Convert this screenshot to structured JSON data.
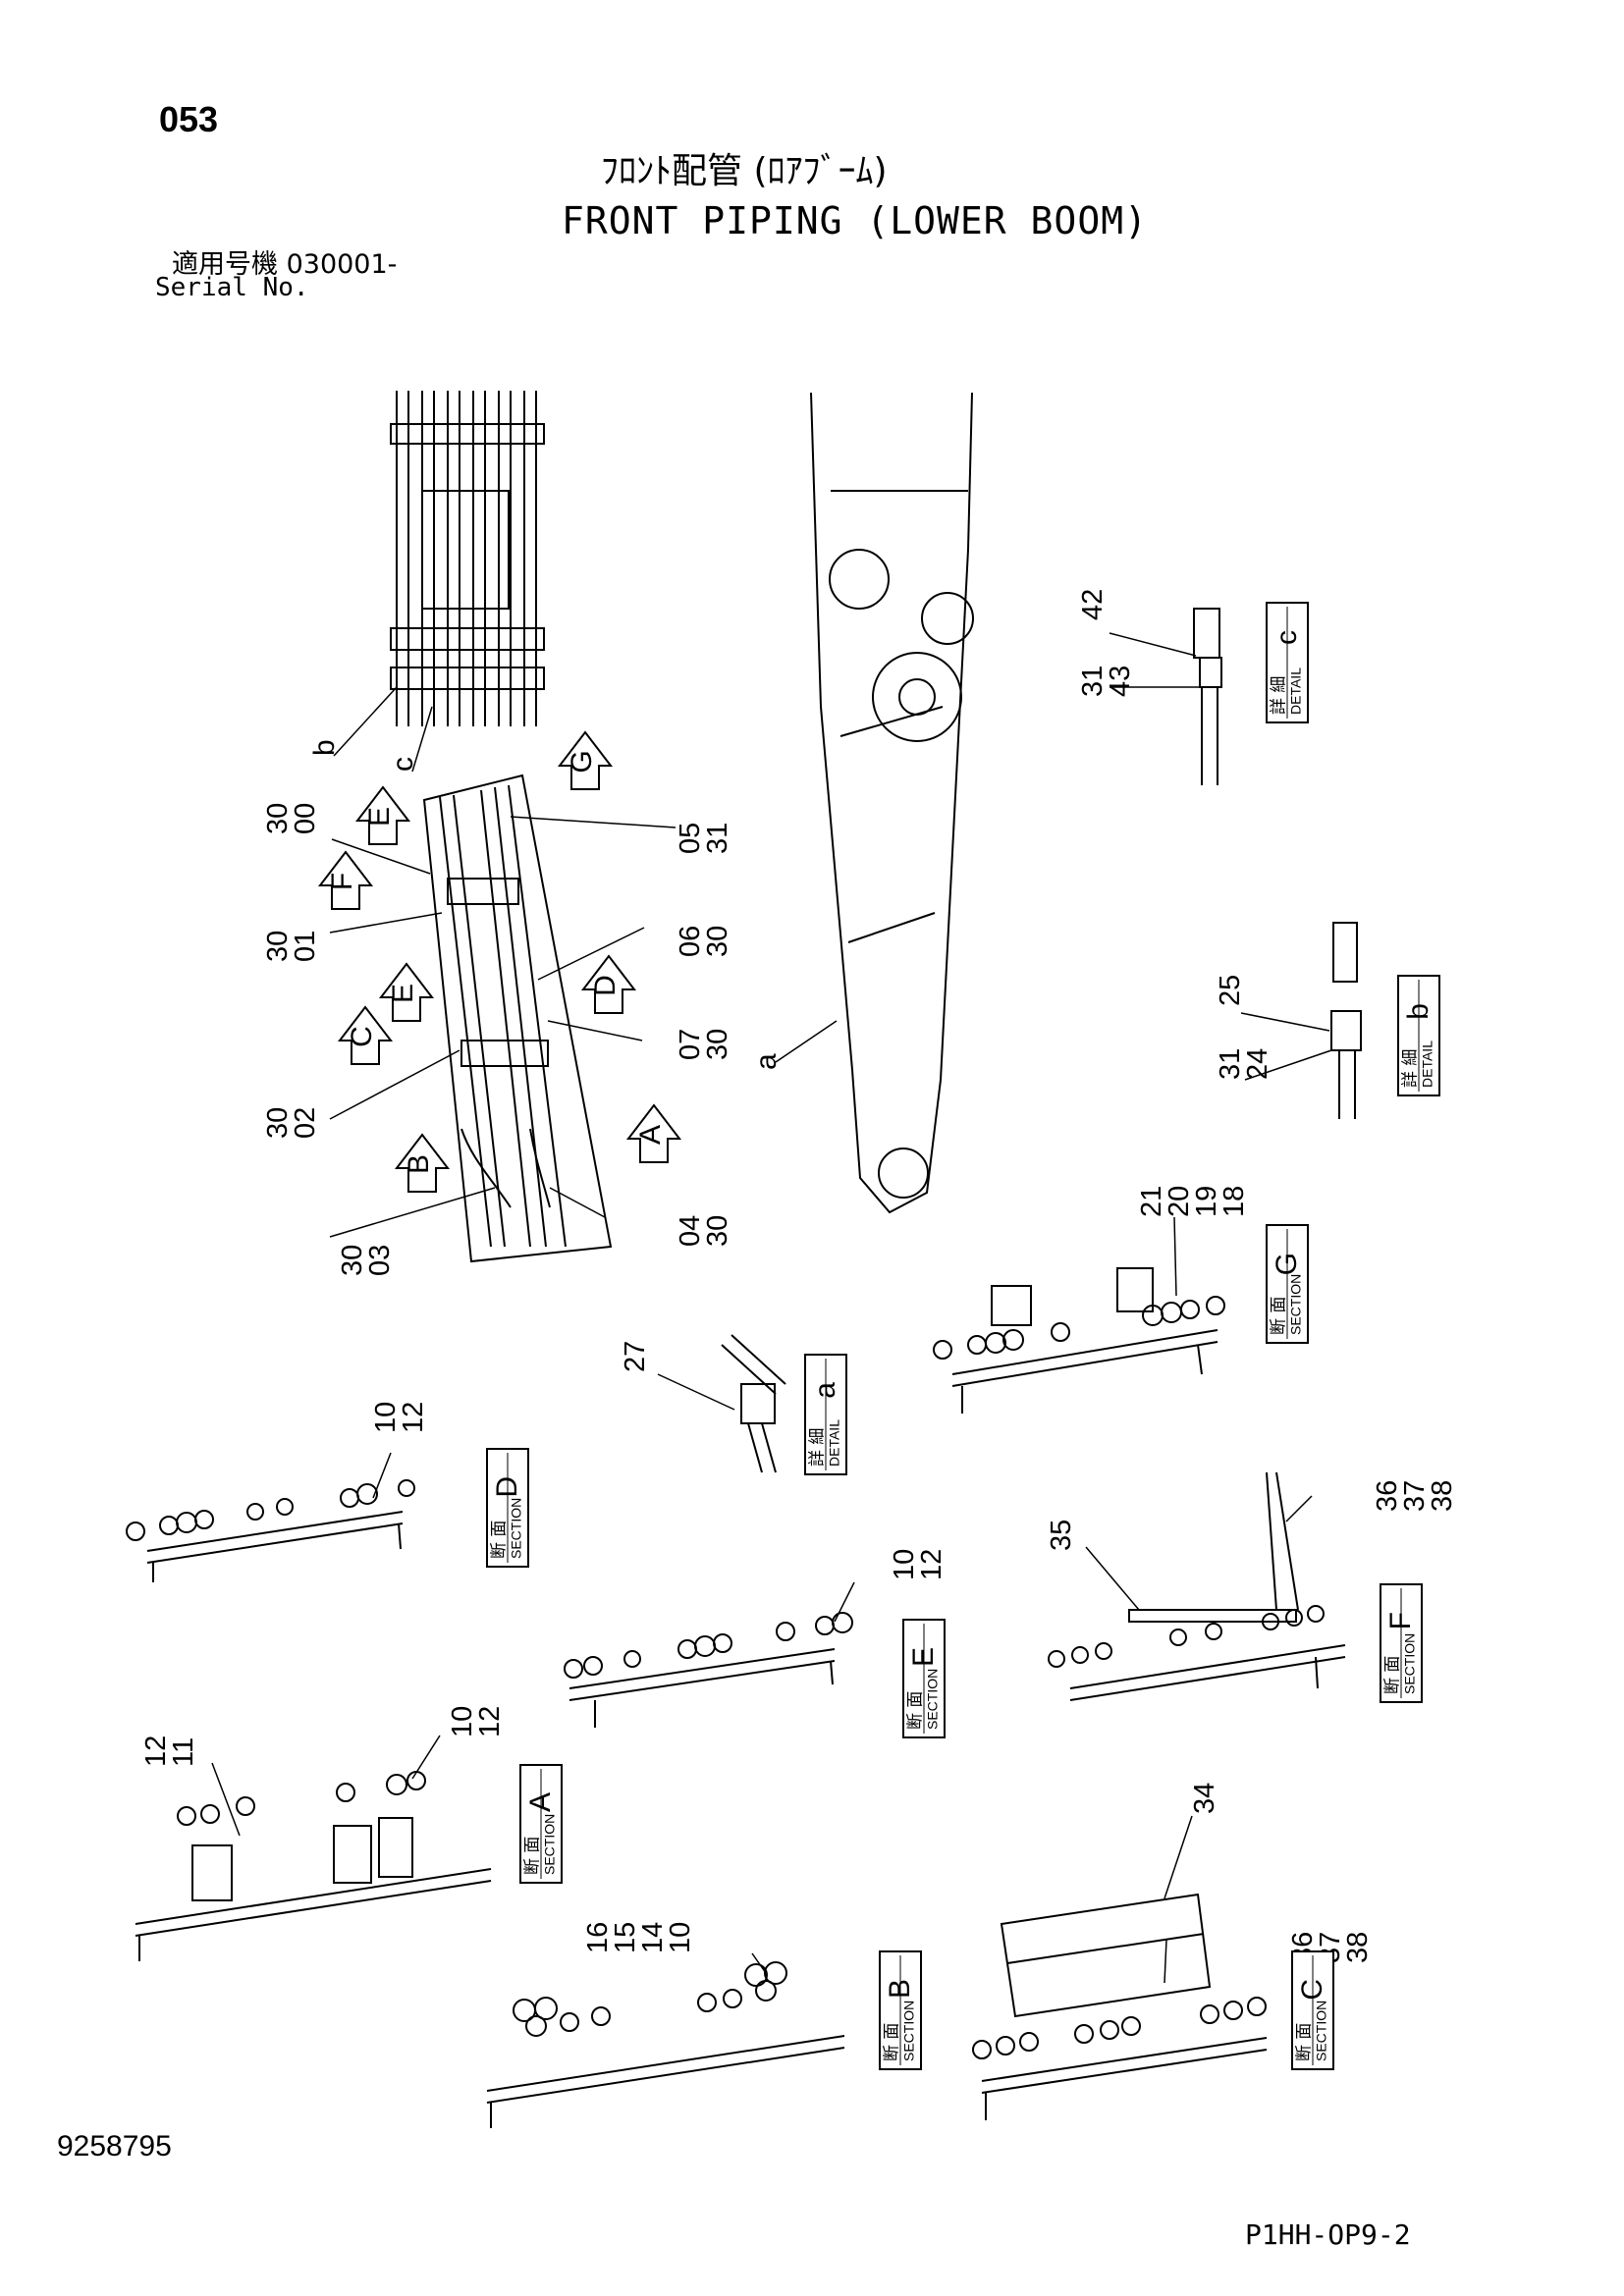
{
  "header": {
    "page_number": "053",
    "title_jp": "ﾌﾛﾝﾄ配管 (ﾛｱﾌﾞｰﾑ)",
    "title_en": "FRONT PIPING (LOWER BOOM)",
    "serial_jp": "適用号機  030001-",
    "serial_en": "Serial No."
  },
  "footer": {
    "doc_id": "9258795",
    "page_code": "P1HH-OP9-2"
  },
  "labels": {
    "detail_jp": "詳 細",
    "detail_en": "DETAIL",
    "section_jp": "断 面",
    "section_en": "SECTION"
  },
  "detail_boxes": [
    {
      "letter": "c"
    },
    {
      "letter": "b"
    },
    {
      "letter": "a"
    }
  ],
  "section_boxes": [
    {
      "letter": "G"
    },
    {
      "letter": "D"
    },
    {
      "letter": "E"
    },
    {
      "letter": "F"
    },
    {
      "letter": "A"
    },
    {
      "letter": "B"
    },
    {
      "letter": "C"
    }
  ],
  "view_arrows": [
    "G",
    "E",
    "F",
    "D",
    "E",
    "C",
    "B",
    "A"
  ],
  "view_letters": [
    "b",
    "c",
    "a"
  ],
  "callouts": [
    "30\n00",
    "05\n31",
    "30\n01",
    "06\n30",
    "07\n30",
    "30\n02",
    "04\n30",
    "30\n03",
    "42",
    "31\n43",
    "25",
    "31\n24",
    "21\n20\n19\n18",
    "27",
    "10\n12",
    "36\n37\n38",
    "35",
    "10\n12",
    "12\n11",
    "10\n12",
    "34",
    "16\n15\n14\n10",
    "36\n37\n38"
  ]
}
